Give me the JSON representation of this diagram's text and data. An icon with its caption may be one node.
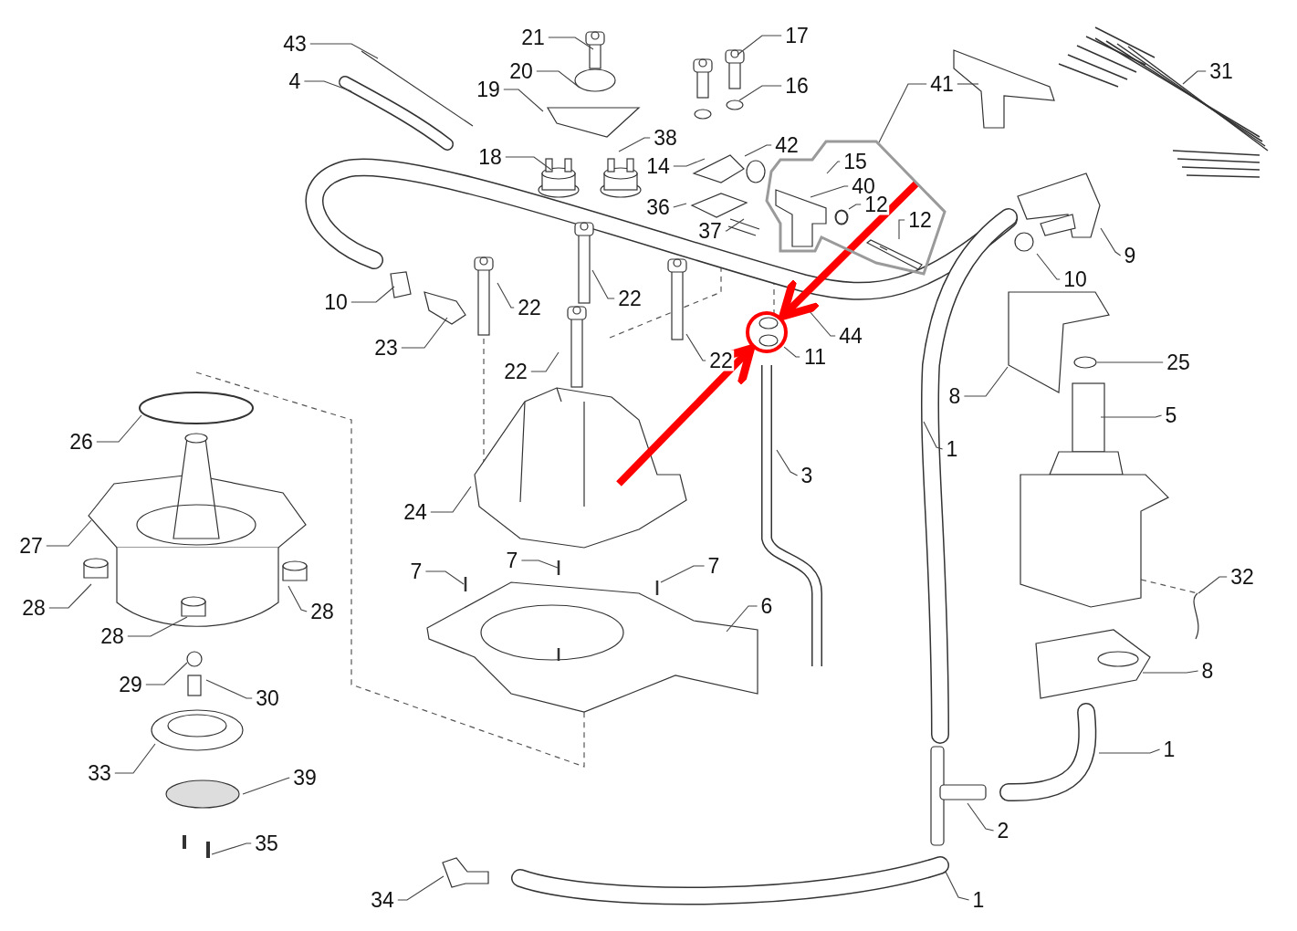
{
  "diagram": {
    "nodes": [
      {
        "text": [
          "43"
        ]
      },
      {
        "text": [
          "4"
        ]
      },
      {
        "text": [
          "21"
        ]
      },
      {
        "text": [
          "20"
        ]
      },
      {
        "text": [
          "19"
        ]
      },
      {
        "text": [
          "17"
        ]
      },
      {
        "text": [
          "16"
        ]
      },
      {
        "text": [
          "41"
        ]
      },
      {
        "text": [
          "31"
        ]
      },
      {
        "text": [
          "38"
        ]
      },
      {
        "text": [
          "14"
        ]
      },
      {
        "text": [
          "42"
        ]
      },
      {
        "text": [
          "18"
        ]
      },
      {
        "text": [],
        "shape": "box"
      },
      {
        "text": [
          "15"
        ],
        "in": 13
      },
      {
        "text": [
          "40"
        ],
        "in": 13
      },
      {
        "text": [
          "12"
        ],
        "in": 13
      },
      {
        "text": [
          "12"
        ],
        "in": 13
      },
      {
        "text": [
          "36"
        ]
      },
      {
        "text": [
          "37"
        ]
      },
      {
        "text": [
          "9"
        ]
      },
      {
        "text": [
          "10"
        ]
      },
      {
        "text": [
          "10"
        ]
      },
      {
        "text": [
          "22"
        ]
      },
      {
        "text": [
          "22"
        ]
      },
      {
        "text": [
          "23"
        ]
      },
      {
        "text": [
          "44"
        ]
      },
      {
        "text": [],
        "shape": "circle"
      },
      {
        "text": [
          "11"
        ]
      },
      {
        "text": [
          "22"
        ]
      },
      {
        "text": [
          "22"
        ]
      },
      {
        "text": [
          "25"
        ]
      },
      {
        "text": [
          "8"
        ]
      },
      {
        "text": [
          "5"
        ]
      },
      {
        "text": [
          "1"
        ]
      },
      {
        "text": [
          "3"
        ]
      },
      {
        "text": [
          "26"
        ]
      },
      {
        "text": [
          "24"
        ]
      },
      {
        "text": [
          "27"
        ]
      },
      {
        "text": [
          "7"
        ]
      },
      {
        "text": [
          "7"
        ]
      },
      {
        "text": [
          "7"
        ]
      },
      {
        "text": [
          "6"
        ]
      },
      {
        "text": [
          "28"
        ]
      },
      {
        "text": [
          "28"
        ]
      },
      {
        "text": [
          "28"
        ]
      },
      {
        "text": [
          "32"
        ]
      },
      {
        "text": [
          "8"
        ]
      },
      {
        "text": [
          "29"
        ]
      },
      {
        "text": [
          "30"
        ]
      },
      {
        "text": [
          "1"
        ]
      },
      {
        "text": [
          "33"
        ]
      },
      {
        "text": [
          "39"
        ]
      },
      {
        "text": [
          "2"
        ]
      },
      {
        "text": [
          "35"
        ]
      },
      {
        "text": [
          "34"
        ]
      },
      {
        "text": [
          "1"
        ]
      },
      {
        "text": [],
        "shape": "circle",
        "in": 13
      },
      {
        "text": [],
        "shape": "picture",
        "in": 13
      }
    ],
    "edges": [
      {
        "from": 0,
        "to": null,
        "arrow": "none"
      },
      {
        "from": 1,
        "to": null,
        "arrow": "none"
      },
      {
        "from": 2,
        "to": null,
        "arrow": "none"
      },
      {
        "from": 3,
        "to": null,
        "arrow": "none"
      },
      {
        "from": 4,
        "to": null,
        "arrow": "none"
      },
      {
        "from": 5,
        "to": null,
        "arrow": "none"
      },
      {
        "from": 6,
        "to": null,
        "arrow": "none"
      },
      {
        "from": 7,
        "to": null,
        "arrow": "none"
      },
      {
        "from": 7,
        "to": 13,
        "arrow": "none"
      },
      {
        "from": 8,
        "to": null,
        "arrow": "none"
      },
      {
        "from": 9,
        "to": null,
        "arrow": "none"
      },
      {
        "from": 10,
        "to": null,
        "arrow": "none"
      },
      {
        "from": 11,
        "to": null,
        "arrow": "none"
      },
      {
        "from": 12,
        "to": null,
        "arrow": "none"
      },
      {
        "from": 14,
        "to": null,
        "arrow": "none"
      },
      {
        "from": 15,
        "to": null,
        "arrow": "none"
      },
      {
        "from": 16,
        "to": 57,
        "arrow": "none"
      },
      {
        "from": 17,
        "to": 58,
        "arrow": "none"
      },
      {
        "from": 18,
        "to": null,
        "arrow": "none"
      },
      {
        "from": 19,
        "to": null,
        "arrow": "none"
      },
      {
        "from": 20,
        "to": null,
        "arrow": "none"
      },
      {
        "from": 21,
        "to": null,
        "arrow": "none"
      },
      {
        "from": 22,
        "to": null,
        "arrow": "none"
      },
      {
        "from": 23,
        "to": null,
        "arrow": "none"
      },
      {
        "from": 24,
        "to": null,
        "arrow": "none"
      },
      {
        "from": 25,
        "to": null,
        "arrow": "none"
      },
      {
        "from": 26,
        "to": null,
        "arrow": "none"
      },
      {
        "from": 13,
        "to": 27,
        "arrow": "to",
        "style": "thick",
        "color": "#ff0000"
      },
      {
        "from": null,
        "to": 27,
        "arrow": "to",
        "style": "thick",
        "color": "#ff0000"
      },
      {
        "from": 28,
        "to": 27,
        "arrow": "none"
      },
      {
        "from": 29,
        "to": null,
        "arrow": "none"
      },
      {
        "from": 30,
        "to": null,
        "arrow": "none"
      },
      {
        "from": 31,
        "to": null,
        "arrow": "none"
      },
      {
        "from": 32,
        "to": null,
        "arrow": "none"
      },
      {
        "from": 33,
        "to": null,
        "arrow": "none"
      },
      {
        "from": 34,
        "to": null,
        "arrow": "none"
      },
      {
        "from": 35,
        "to": null,
        "arrow": "none"
      },
      {
        "from": 36,
        "to": null,
        "arrow": "none"
      },
      {
        "from": 37,
        "to": null,
        "arrow": "none"
      },
      {
        "from": 38,
        "to": null,
        "arrow": "none"
      },
      {
        "from": 39,
        "to": null,
        "arrow": "none"
      },
      {
        "from": 40,
        "to": null,
        "arrow": "none"
      },
      {
        "from": 41,
        "to": null,
        "arrow": "none"
      },
      {
        "from": 42,
        "to": null,
        "arrow": "none"
      },
      {
        "from": 43,
        "to": null,
        "arrow": "none"
      },
      {
        "from": 44,
        "to": null,
        "arrow": "none"
      },
      {
        "from": 45,
        "to": null,
        "arrow": "none"
      },
      {
        "from": 46,
        "to": null,
        "arrow": "none"
      },
      {
        "from": 47,
        "to": null,
        "arrow": "none"
      },
      {
        "from": 48,
        "to": null,
        "arrow": "none"
      },
      {
        "from": 49,
        "to": null,
        "arrow": "none"
      },
      {
        "from": 50,
        "to": null,
        "arrow": "none"
      },
      {
        "from": 51,
        "to": null,
        "arrow": "none"
      },
      {
        "from": 52,
        "to": null,
        "arrow": "none"
      },
      {
        "from": 53,
        "to": null,
        "arrow": "none"
      },
      {
        "from": 54,
        "to": null,
        "arrow": "none"
      },
      {
        "from": 55,
        "to": null,
        "arrow": "none"
      },
      {
        "from": 56,
        "to": null,
        "arrow": "none"
      }
    ]
  }
}
